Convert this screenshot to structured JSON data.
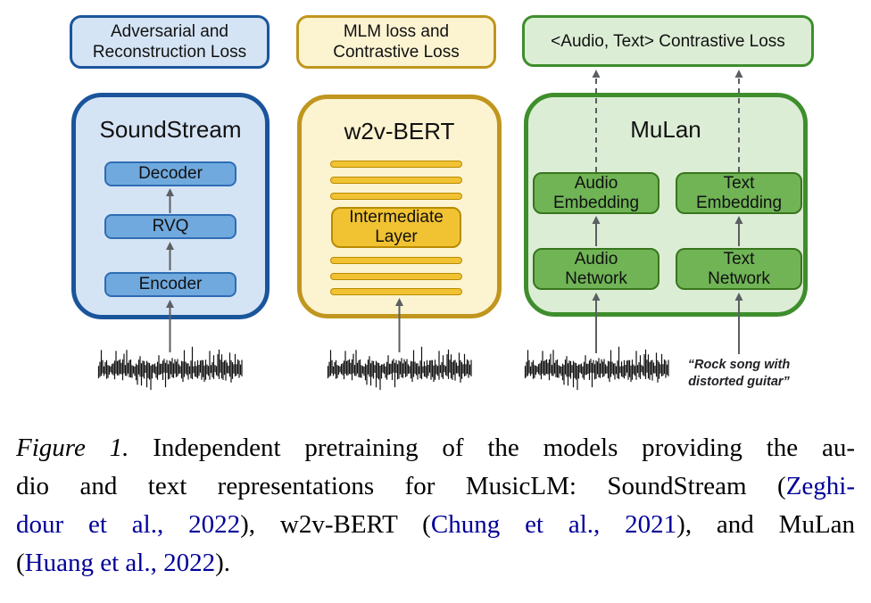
{
  "diagram": {
    "soundstream": {
      "loss": {
        "line1": "Adversarial and",
        "line2": "Reconstruction Loss"
      },
      "title": "SoundStream",
      "boxes": {
        "decoder": "Decoder",
        "rvq": "RVQ",
        "encoder": "Encoder"
      }
    },
    "w2v_bert": {
      "loss": {
        "line1": "MLM loss and",
        "line2": "Contrastive Loss"
      },
      "title": "w2v-BERT",
      "intermediate": {
        "line1": "Intermediate",
        "line2": "Layer"
      }
    },
    "mulan": {
      "loss": "<Audio, Text> Contrastive Loss",
      "title": "MuLan",
      "boxes": {
        "audio_embedding": {
          "line1": "Audio",
          "line2": "Embedding"
        },
        "text_embedding": {
          "line1": "Text",
          "line2": "Embedding"
        },
        "audio_network": {
          "line1": "Audio",
          "line2": "Network"
        },
        "text_network": {
          "line1": "Text",
          "line2": "Network"
        }
      },
      "prompt": {
        "line1": "“Rock song with",
        "line2": "distorted guitar”"
      }
    }
  },
  "caption": {
    "lines": [
      [
        {
          "t": "Figure 1.",
          "s": "i"
        },
        {
          "t": " Independent pretraining of the models providing the au-"
        }
      ],
      [
        {
          "t": "dio and text representations for MusicLM: SoundStream ("
        },
        {
          "t": "Zeghi-",
          "s": "link"
        }
      ],
      [
        {
          "t": "dour et al., 2022",
          "s": "link"
        },
        {
          "t": "), w2v-BERT ("
        },
        {
          "t": "Chung et al., 2021",
          "s": "link"
        },
        {
          "t": "), and MuLan"
        }
      ],
      [
        {
          "t": "("
        },
        {
          "t": "Huang et al., 2022",
          "s": "link"
        },
        {
          "t": ")."
        }
      ]
    ]
  },
  "colors": {
    "blue_border": "#1a559b",
    "blue_fill": "#d5e4f5",
    "blue_box_fill": "#70a9dd",
    "blue_box_border": "#2e6db4",
    "yellow_border": "#c0961e",
    "yellow_fill": "#fcf3d1",
    "yellow_box_fill": "#f1c232",
    "yellow_box_border": "#b98b00",
    "green_border": "#3e8e2c",
    "green_fill": "#dcedd5",
    "green_box_fill": "#70b456",
    "green_box_border": "#38761d",
    "arrow": "#5c5f62",
    "citation": "#000099"
  }
}
